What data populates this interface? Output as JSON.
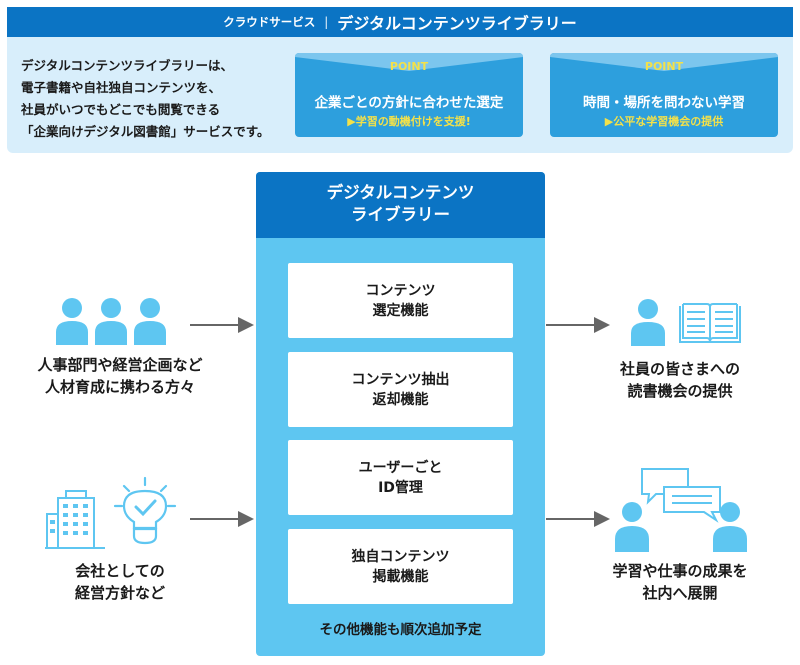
{
  "header": {
    "service_label": "クラウドサービス",
    "separator": "|",
    "title": "デジタルコンテンツライブラリー"
  },
  "intro": {
    "lines": [
      "デジタルコンテンツライブラリーは、",
      "電子書籍や自社独自コンテンツを、",
      "社員がいつでもどこでも閲覧できる",
      "「企業向けデジタル図書館」サービスです。"
    ]
  },
  "points": [
    {
      "label": "POINT",
      "main": "企業ごとの方針に合わせた選定",
      "sub": "▶学習の動機付けを支援!"
    },
    {
      "label": "POINT",
      "main": "時間・場所を問わない学習",
      "sub": "▶公平な学習機会の提供"
    }
  ],
  "library": {
    "title_lines": [
      "デジタルコンテンツ",
      "ライブラリー"
    ],
    "functions": [
      {
        "line1": "コンテンツ",
        "line2": "選定機能"
      },
      {
        "line1": "コンテンツ抽出",
        "line2": "返却機能"
      },
      {
        "line1": "ユーザーごと",
        "line2": "ID管理"
      },
      {
        "line1": "独自コンテンツ",
        "line2": "掲載機能"
      }
    ],
    "note": "その他機能も順次追加予定"
  },
  "inputs": [
    {
      "line1": "人事部門や経営企画など",
      "line2": "人材育成に携わる方々"
    },
    {
      "line1": "会社としての",
      "line2": "経営方針など"
    }
  ],
  "outputs": [
    {
      "line1": "社員の皆さまへの",
      "line2": "読書機会の提供"
    },
    {
      "line1": "学習や仕事の成果を",
      "line2": "社内へ展開"
    }
  ],
  "colors": {
    "header_blue": "#0b74c4",
    "panel_light": "#d8eefb",
    "point_blue": "#2d9fdd",
    "accent_yellow": "#f3e14a",
    "library_cyan": "#5ec6f1",
    "icon_blue": "#5ec6f1",
    "arrow_gray": "#666666"
  },
  "icons": [
    "people-group-icon",
    "building-icon",
    "lightbulb-check-icon",
    "person-reading-icon",
    "open-book-icon",
    "people-chat-icon",
    "arrow-right-icon"
  ]
}
